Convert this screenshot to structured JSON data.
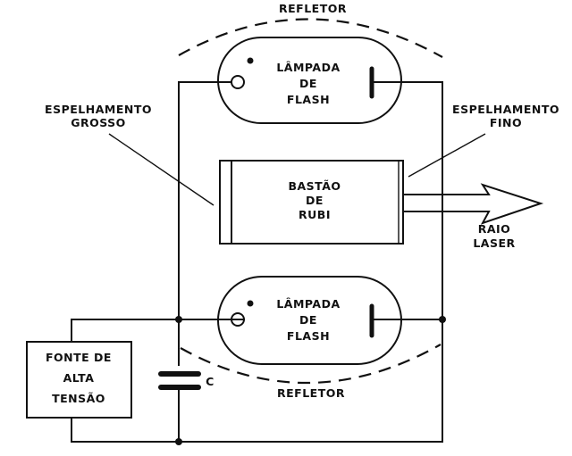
{
  "labels": {
    "reflector_top": "REFLETOR",
    "reflector_bottom": "REFLETOR",
    "lamp_top": [
      "LÂMPADA",
      "DE",
      "FLASH"
    ],
    "lamp_bottom": [
      "LÂMPADA",
      "DE",
      "FLASH"
    ],
    "thick_mirror": [
      "ESPELHAMENTO",
      "GROSSO"
    ],
    "thin_mirror": [
      "ESPELHAMENTO",
      "FINO"
    ],
    "ruby_rod": [
      "BASTÃO",
      "DE",
      "RUBI"
    ],
    "laser_beam": [
      "RAIO",
      "LASER"
    ],
    "power_supply": [
      "FONTE DE",
      "ALTA",
      "TENSÃO"
    ],
    "capacitor": "C"
  },
  "colors": {
    "ink": "#111111",
    "paper": "#ffffff"
  }
}
